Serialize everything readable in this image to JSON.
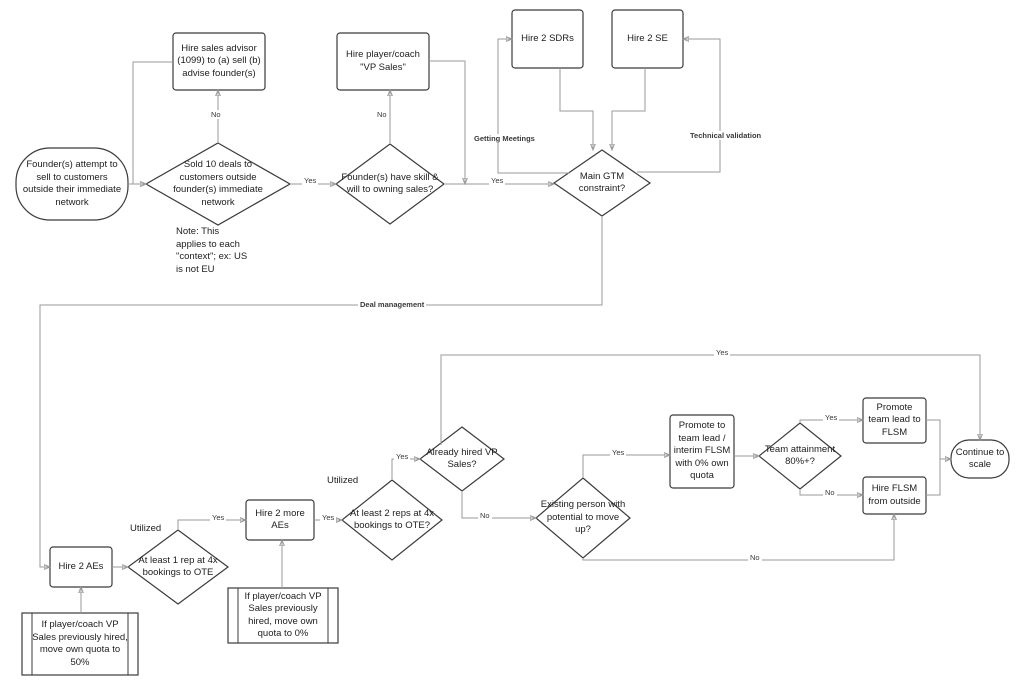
{
  "diagram": {
    "title": "Sales hiring and GTM scaling flowchart",
    "colors": {
      "background": "#ffffff",
      "shape_stroke": "#3b3b3b",
      "connector_stroke": "#9a9a9a",
      "text": "#1d1d1d"
    }
  },
  "nodes": {
    "start_founder_sell": "Founder(s) attempt to sell to customers outside their immediate network",
    "sold_10_deals": "Sold 10 deals to customers outside founder(s) immediate network",
    "hire_sales_advisor": "Hire sales advisor (1099) to (a) sell (b) advise founder(s)",
    "founders_skill_will": "Founder(s) have skill & will to owning sales?",
    "hire_player_coach_vp": "Hire player/coach \"VP Sales\"",
    "hire_2_sdrs": "Hire 2 SDRs",
    "hire_2_se": "Hire 2 SE",
    "main_gtm_constraint": "Main GTM constraint?",
    "hire_2_aes": "Hire 2 AEs",
    "at_least_1_rep": "At least 1 rep  at 4x bookings to OTE",
    "hire_2_more_aes": "Hire 2 more AEs",
    "at_least_2_reps": "At least 2 reps at 4x bookings to OTE?",
    "already_hired_vp_sales": "Already hired VP Sales?",
    "existing_person_potential": "Existing person with potential to move up?",
    "promote_to_team_lead": "Promote to team lead / interim FLSM with 0% own quota",
    "team_attainment": "Team attainment 80%+?",
    "promote_team_lead_flsm": "Promote team lead to FLSM",
    "hire_flsm_outside": "Hire FLSM from outside",
    "continue_to_scale": "Continue to scale"
  },
  "notes": {
    "context_note": "Note: This\napplies to each\n\"context\"; ex: US\nis not EU",
    "vp_quota_50": "If player/coach VP Sales previously hired, move own quota to 50%",
    "vp_quota_0": "If player/coach VP Sales previously hired, move own quota to 0%"
  },
  "edge_labels": {
    "no_advisor": "No",
    "no_player_coach": "No",
    "yes_sold10_to_founders": "Yes",
    "yes_founders_to_gtm": "Yes",
    "getting_meetings": "Getting Meetings",
    "technical_validation": "Technical validation",
    "deal_management": "Deal management",
    "utilized_aes": "Utilized",
    "utilized_more_aes": "Utilized",
    "yes_rep1_to_more_aes": "Yes",
    "yes_more_aes_to_reps2": "Yes",
    "yes_reps2_to_already_hired": "Yes",
    "no_already_hired": "No",
    "yes_already_hired_to_scale": "Yes",
    "yes_existing_person": "Yes",
    "yes_team_attainment": "Yes",
    "no_team_attainment": "No",
    "no_existing_person_bottom": "No"
  }
}
